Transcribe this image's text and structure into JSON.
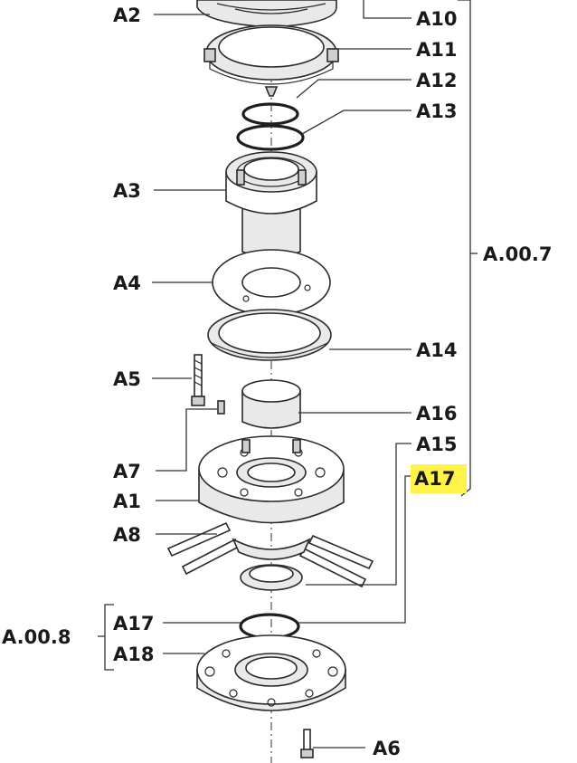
{
  "labels": {
    "a2": "A2",
    "a10": "A10",
    "a11": "A11",
    "a12": "A12",
    "a13": "A13",
    "a3": "A3",
    "a4": "A4",
    "a5": "A5",
    "a7": "A7",
    "a1": "A1",
    "a8": "A8",
    "a14": "A14",
    "a16": "A16",
    "a15": "A15",
    "a17_highlighted": "A17",
    "a17": "A17",
    "a18": "A18",
    "a6": "A6",
    "group_a007": "A.00.7",
    "group_a008": "A.00.8"
  },
  "highlight_color": "#fff34a"
}
